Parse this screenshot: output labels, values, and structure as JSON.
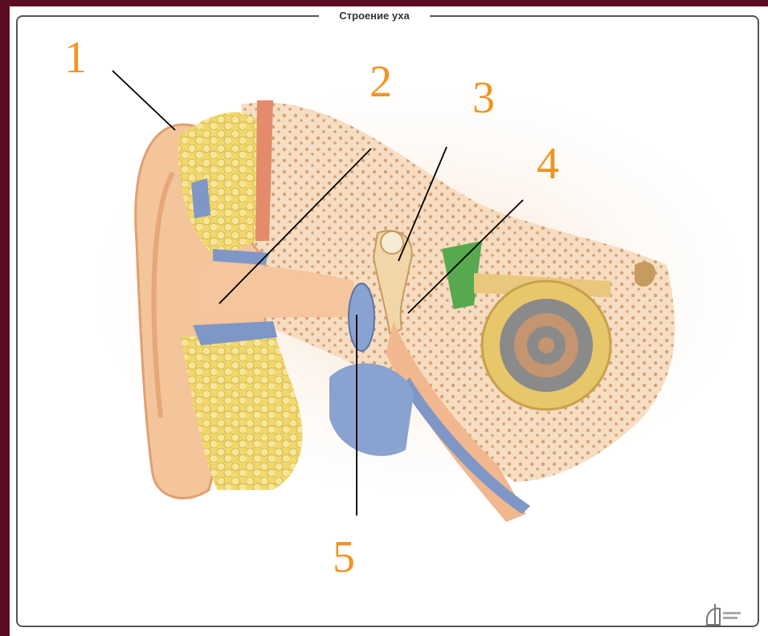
{
  "diagram": {
    "title": "Строение уха",
    "labels": [
      "1",
      "2",
      "3",
      "4",
      "5"
    ],
    "colors": {
      "background": "#5c0d24",
      "label": "#f29422",
      "skin": "#f4c49b",
      "fat": "#f2d86b",
      "bone": "#f6dcc0",
      "blue": "#7f97c6",
      "green": "#58a84f"
    }
  }
}
